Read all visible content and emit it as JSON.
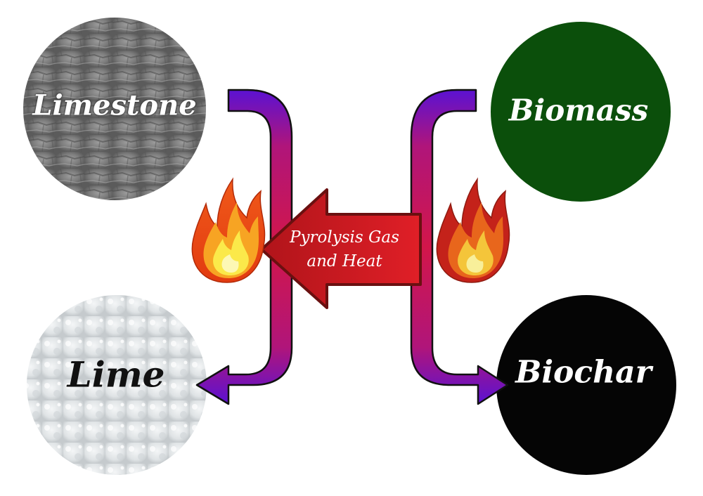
{
  "nodes": {
    "limestone": {
      "label": "Limestone",
      "color": "#8a8a8a"
    },
    "biomass": {
      "label": "Biomass",
      "color": "#0b4f0b"
    },
    "lime": {
      "label": "Lime",
      "color": "#e4e8ea"
    },
    "biochar": {
      "label": "Biochar",
      "color": "#050505"
    }
  },
  "center_arrow": {
    "line1": "Pyrolysis Gas",
    "line2": "and Heat",
    "color": "#c8161e"
  },
  "icons": [
    "flame-icon",
    "flame-icon"
  ],
  "arrow_gradient": {
    "start": "#5a0fd0",
    "end": "#d0154e"
  }
}
